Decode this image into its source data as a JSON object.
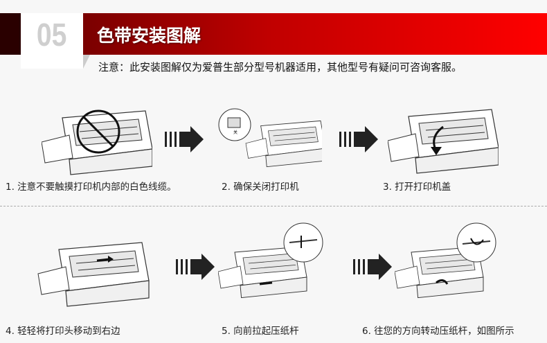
{
  "header": {
    "number": "05",
    "title": "色带安装图解",
    "note": "注意：此安装图解仅为爱普生部分型号机器适用，其他型号有疑问可咨询客服。"
  },
  "steps": [
    {
      "label": "1. 注意不要触摸打印机内部的白色线缆。"
    },
    {
      "label": "2. 确保关闭打印机",
      "switch_label": "关"
    },
    {
      "label": "3. 打开打印机盖"
    },
    {
      "label": "4. 轻轻将打印头移动到右边"
    },
    {
      "label": "5. 向前拉起压纸杆"
    },
    {
      "label": "6. 往您的方向转动压纸杆，如图所示"
    }
  ],
  "colors": {
    "banner_start": "#7a0000",
    "banner_end": "#ff0000",
    "number": "#cfcfcf"
  }
}
